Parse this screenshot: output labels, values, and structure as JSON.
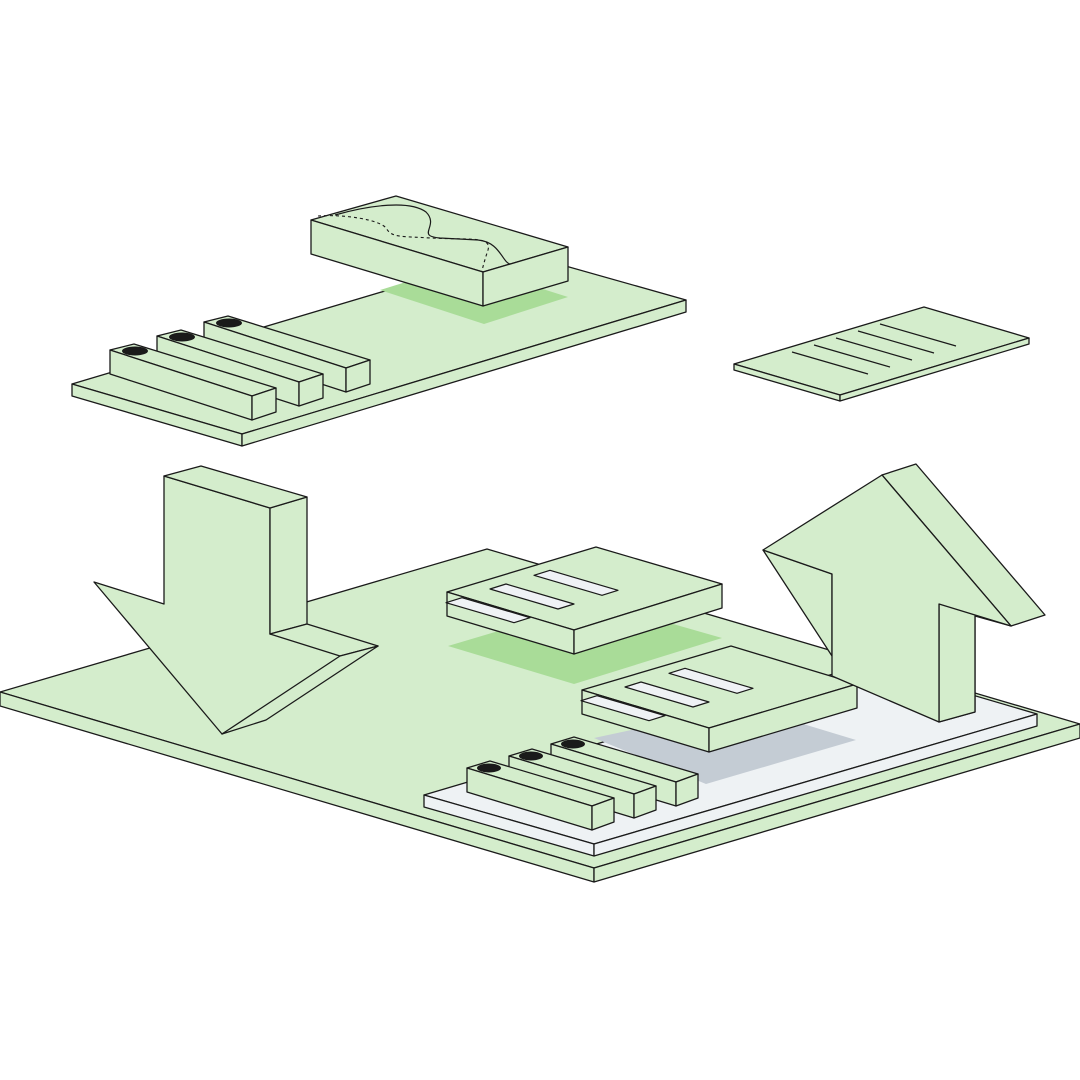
{
  "colors": {
    "background": "#ffffff",
    "board": "#d4edcc",
    "board_shadow": "#a9dc98",
    "tray": "#eef2f4",
    "tray_shadow": "#c4ccd4",
    "slot": "#eff2f5",
    "outline": "#1a1a1a",
    "pin_hole": "#1a1a1a"
  },
  "scene": {
    "upper_module": {
      "components": [
        "chip-with-circuit-trace",
        "connector-bar",
        "connector-bar",
        "connector-bar"
      ]
    },
    "document_card": {
      "line_count": 5
    },
    "arrows": [
      {
        "name": "download-arrow",
        "direction": "down"
      },
      {
        "name": "upload-arrow",
        "direction": "up"
      }
    ],
    "lower_module": {
      "components": [
        "vent-block",
        "vent-block",
        "connector-bar",
        "connector-bar",
        "connector-bar"
      ],
      "vent_slots_per_block": 3
    }
  }
}
